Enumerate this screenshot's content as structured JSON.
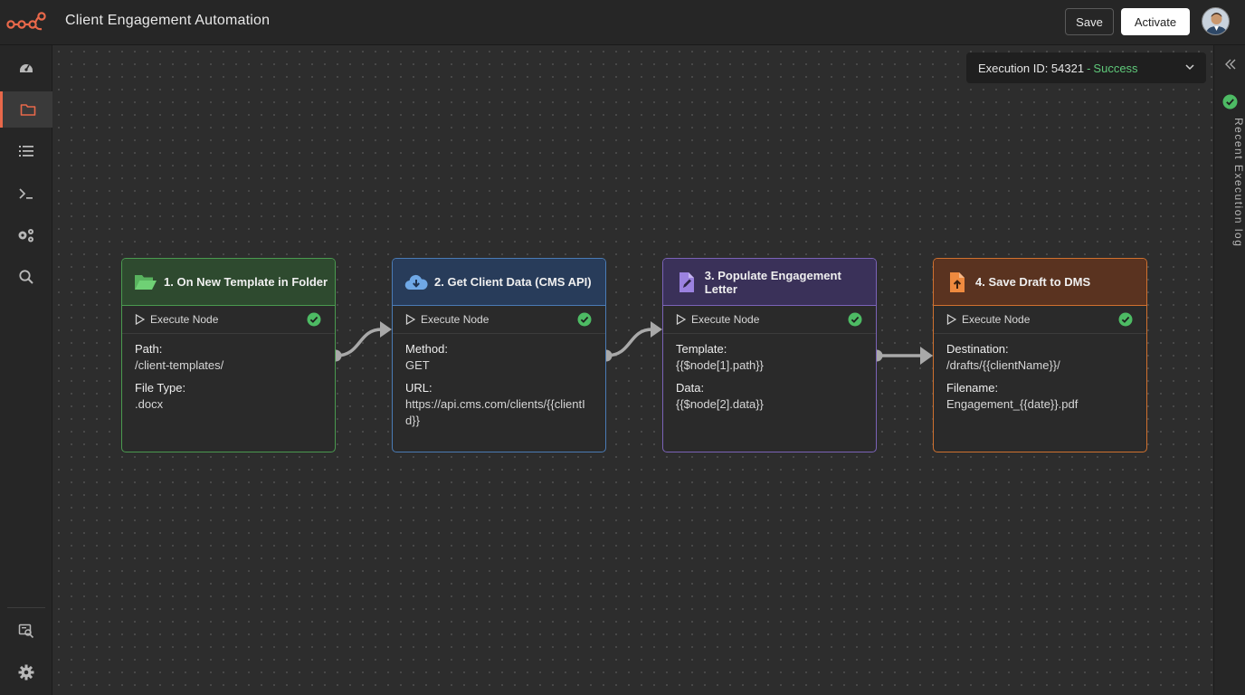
{
  "header": {
    "title": "Client Engagement Automation",
    "save_label": "Save",
    "activate_label": "Activate"
  },
  "sidebar": {
    "items": [
      {
        "icon": "dashboard-icon"
      },
      {
        "icon": "folder-icon",
        "active": true
      },
      {
        "icon": "list-icon"
      },
      {
        "icon": "terminal-icon"
      },
      {
        "icon": "integrations-icon"
      },
      {
        "icon": "search-icon"
      }
    ],
    "bottom_items": [
      {
        "icon": "variables-icon"
      },
      {
        "icon": "settings-icon"
      }
    ]
  },
  "execution": {
    "label": "Execution ID: 54321",
    "separator": "-",
    "status": "Success"
  },
  "right_rail": {
    "label": "Recent Execution log"
  },
  "colors": {
    "accent": "#e8684a",
    "success": "#5fc97a",
    "node1": "#4a9a4f",
    "node2": "#4a7bb5",
    "node3": "#7b63b8",
    "node4": "#d0712f"
  },
  "nodes": [
    {
      "title": "1. On New Template in Folder",
      "icon": "folder-open-icon",
      "execute_label": "Execute Node",
      "fields": [
        {
          "label": "Path:",
          "value": "/client-templates/"
        },
        {
          "label": "File Type:",
          "value": ".docx"
        }
      ]
    },
    {
      "title": "2. Get Client Data (CMS API)",
      "icon": "cloud-download-icon",
      "execute_label": "Execute Node",
      "fields": [
        {
          "label": "Method:",
          "value": "GET"
        },
        {
          "label": "URL:",
          "value": "https://api.cms.com/clients/{{clientId}}"
        }
      ]
    },
    {
      "title": "3. Populate Engagement Letter",
      "icon": "document-edit-icon",
      "execute_label": "Execute Node",
      "fields": [
        {
          "label": "Template:",
          "value": "{{$node[1].path}}"
        },
        {
          "label": "Data:",
          "value": "{{$node[2].data}}"
        }
      ]
    },
    {
      "title": "4. Save Draft to DMS",
      "icon": "file-upload-icon",
      "execute_label": "Execute Node",
      "fields": [
        {
          "label": "Destination:",
          "value": "/drafts/{{clientName}}/"
        },
        {
          "label": "Filename:",
          "value": "Engagement_{{date}}.pdf"
        }
      ]
    }
  ]
}
